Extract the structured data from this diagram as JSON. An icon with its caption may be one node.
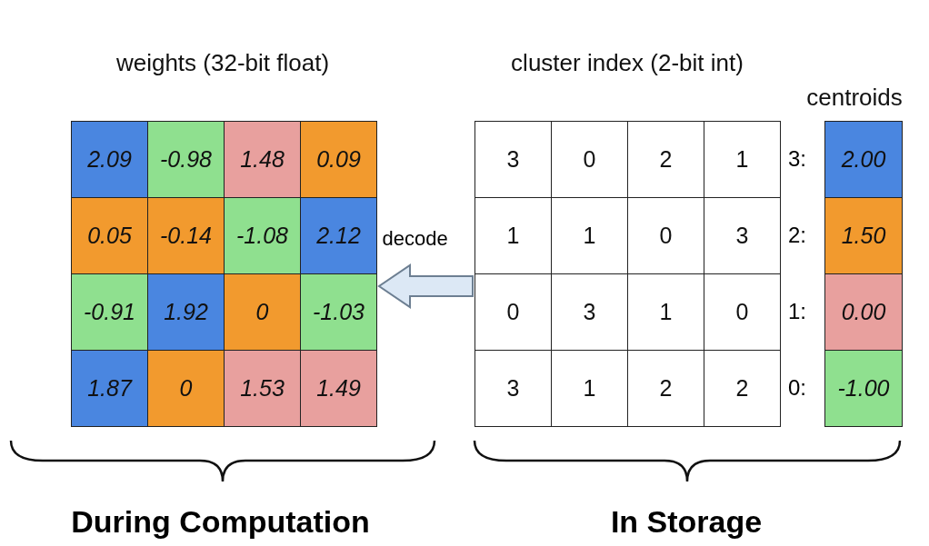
{
  "diagram": {
    "nodes": [
      {
        "text": [
          "weights (32-bit float)"
        ]
      },
      {
        "text": [
          "2.09"
        ],
        "in": 0
      },
      {
        "text": [
          "-0.98"
        ],
        "in": 0
      },
      {
        "text": [
          "1.48"
        ],
        "in": 0
      },
      {
        "text": [
          "0.09"
        ],
        "in": 0
      },
      {
        "text": [
          "0.05"
        ],
        "in": 0
      },
      {
        "text": [
          "-0.14"
        ],
        "in": 0
      },
      {
        "text": [
          "-1.08"
        ],
        "in": 0
      },
      {
        "text": [
          "2.12"
        ],
        "in": 0
      },
      {
        "text": [
          "-0.91"
        ],
        "in": 0
      },
      {
        "text": [
          "1.92"
        ],
        "in": 0
      },
      {
        "text": [
          "0"
        ],
        "in": 0
      },
      {
        "text": [
          "-1.03"
        ],
        "in": 0
      },
      {
        "text": [
          "1.87"
        ],
        "in": 0
      },
      {
        "text": [
          "0"
        ],
        "in": 0
      },
      {
        "text": [
          "1.53"
        ],
        "in": 0
      },
      {
        "text": [
          "1.49"
        ],
        "in": 0
      },
      {
        "text": [
          "cluster index (2-bit int)"
        ]
      },
      {
        "text": [
          "3"
        ],
        "in": 17
      },
      {
        "text": [
          "0"
        ],
        "in": 17
      },
      {
        "text": [
          "2"
        ],
        "in": 17
      },
      {
        "text": [
          "1"
        ],
        "in": 17
      },
      {
        "text": [
          "1"
        ],
        "in": 17
      },
      {
        "text": [
          "1"
        ],
        "in": 17
      },
      {
        "text": [
          "0"
        ],
        "in": 17
      },
      {
        "text": [
          "3"
        ],
        "in": 17
      },
      {
        "text": [
          "0"
        ],
        "in": 17
      },
      {
        "text": [
          "3"
        ],
        "in": 17
      },
      {
        "text": [
          "1"
        ],
        "in": 17
      },
      {
        "text": [
          "0"
        ],
        "in": 17
      },
      {
        "text": [
          "3"
        ],
        "in": 17
      },
      {
        "text": [
          "1"
        ],
        "in": 17
      },
      {
        "text": [
          "2"
        ],
        "in": 17
      },
      {
        "text": [
          "2"
        ],
        "in": 17
      },
      {
        "text": [
          "centroids"
        ]
      },
      {
        "text": [
          "2.00"
        ],
        "in": 34,
        "beside": [
          "3:"
        ]
      },
      {
        "text": [
          "1.50"
        ],
        "in": 34,
        "beside": [
          "2:"
        ]
      },
      {
        "text": [
          "0.00"
        ],
        "in": 34,
        "beside": [
          "1:"
        ]
      },
      {
        "text": [
          "-1.00"
        ],
        "in": 34,
        "beside": [
          "0:"
        ]
      }
    ],
    "edges": [
      {
        "from": 17,
        "to": 0,
        "arrow": "to",
        "label": "decode"
      }
    ],
    "labels": [
      "During Computation",
      "In Storage"
    ]
  }
}
